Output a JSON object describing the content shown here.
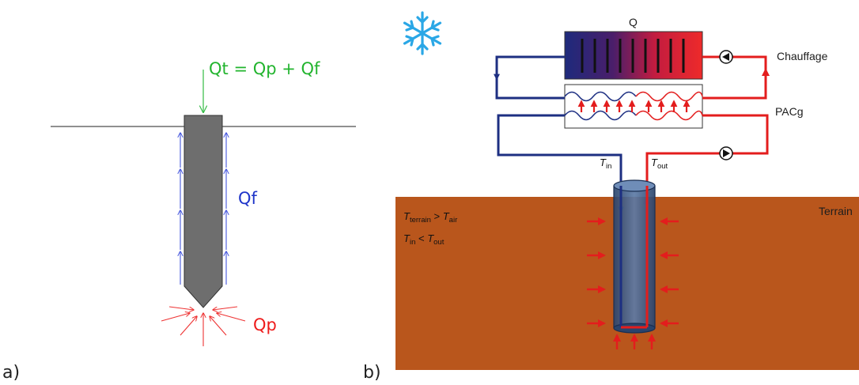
{
  "panel_a": {
    "tag": "a)",
    "total_load_label": "Qt = Qp + Qf",
    "shaft_friction_label": "Qf",
    "tip_resistance_label": "Qp"
  },
  "panel_b": {
    "tag": "b)",
    "heat_label": "Q",
    "heating_label": "Chauffage",
    "heat_pump_label": "PACg",
    "ground_label": "Terrain",
    "t_in": {
      "main": "T",
      "sub": "in"
    },
    "t_out": {
      "main": "T",
      "sub": "out"
    },
    "condition_1": {
      "a_main": "T",
      "a_sub": "terrain",
      "op": " > ",
      "b_main": "T",
      "b_sub": "air"
    },
    "condition_2": {
      "a_main": "T",
      "a_sub": "in",
      "op": " < ",
      "b_main": "T",
      "b_sub": "out"
    },
    "mode_icon": "snowflake-icon",
    "colors": {
      "ground": "#b9561c",
      "supply_pipe": "#1d2f82",
      "return_pipe": "#e31d1d",
      "pile_shaft": "#6e6e6e",
      "pile_fill": "#2e4a72"
    }
  }
}
